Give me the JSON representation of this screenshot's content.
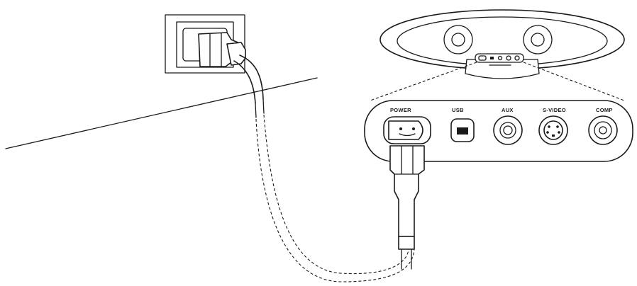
{
  "ports": {
    "power": "POWER",
    "usb": "USB",
    "aux": "AUX",
    "svideo": "S-VIDEO",
    "comp": "COMP"
  },
  "icons": {
    "wall_outlet": "wall-outlet-icon",
    "plug": "power-plug-icon",
    "speaker": "speaker-unit-icon",
    "connector": "power-connector-icon"
  }
}
